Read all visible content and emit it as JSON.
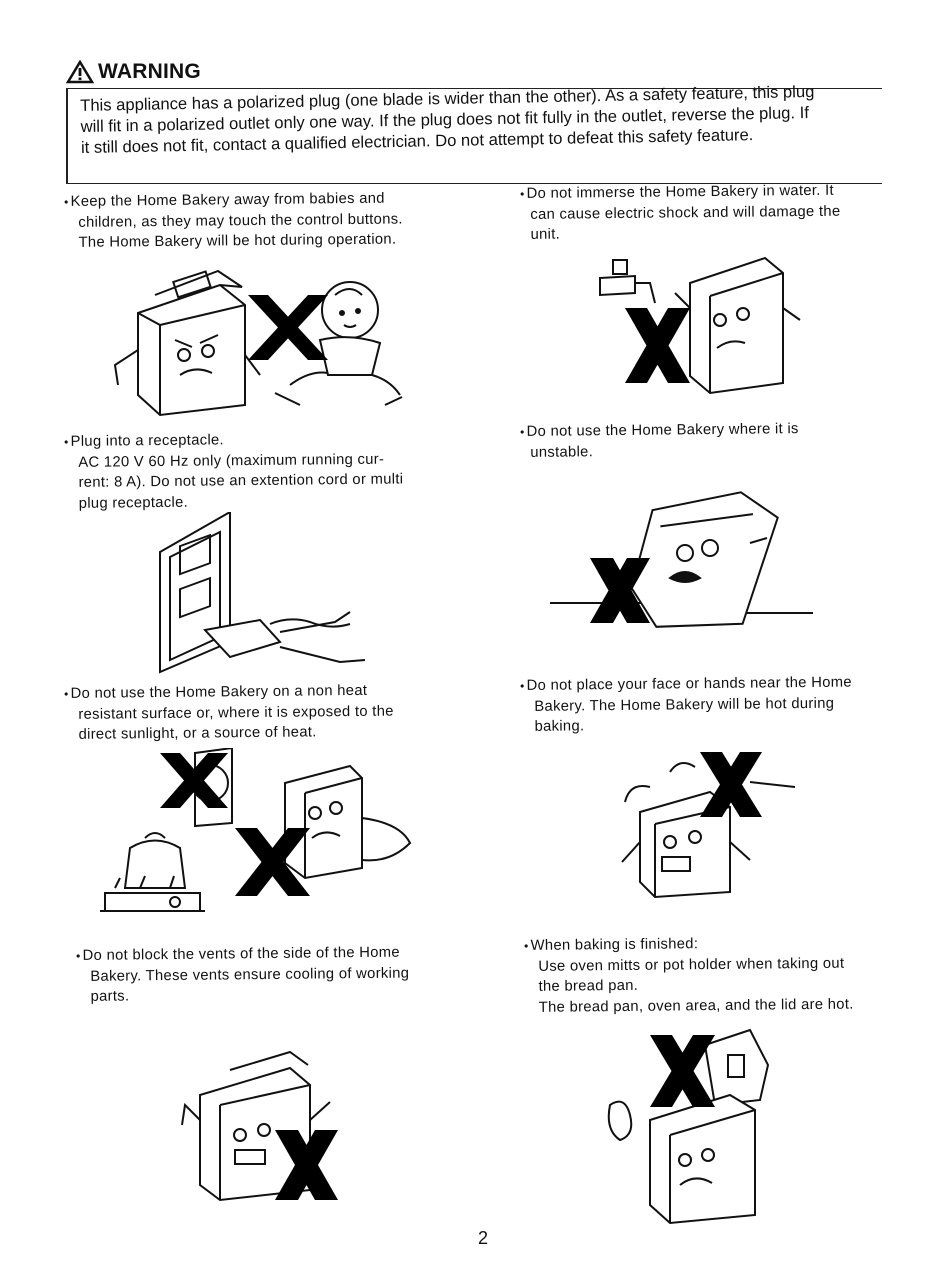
{
  "warning": {
    "title": "WARNING",
    "text_lines": [
      "This appliance has a polarized plug (one blade is wider than the other). As a safety feature, this plug",
      "will fit in a polarized outlet only one way. If the plug does not fit fully in the outlet, reverse the plug. If",
      "it still does not fit, contact a qualified electrician. Do not attempt to defeat this safety feature."
    ]
  },
  "items": {
    "babies": {
      "bullet": "•",
      "lines": [
        "Keep the Home Bakery away from babies and",
        "children, as they may touch the control buttons.",
        "The Home Bakery will be hot during operation."
      ]
    },
    "water": {
      "bullet": "•",
      "lines": [
        "Do not immerse the Home Bakery in water. It",
        "can cause electric shock and will damage the",
        "unit."
      ]
    },
    "receptacle": {
      "bullet": "•",
      "lines": [
        "Plug into a receptacle.",
        "AC 120 V 60 Hz only (maximum running cur-",
        "rent: 8 A). Do not use an extention cord or multi",
        "plug receptacle."
      ]
    },
    "unstable": {
      "bullet": "•",
      "lines": [
        "Do not use the Home Bakery where it is",
        "unstable."
      ]
    },
    "heat": {
      "bullet": "•",
      "lines": [
        "Do not use the Home Bakery on a non heat",
        "resistant surface or, where it is exposed to the",
        "direct sunlight, or a source of heat."
      ]
    },
    "face": {
      "bullet": "•",
      "lines": [
        "Do not place your face or hands near the Home",
        "Bakery. The Home Bakery will be hot during",
        "baking."
      ]
    },
    "vents": {
      "bullet": "•",
      "lines": [
        "Do not block the vents of the side of the Home",
        "Bakery. These vents ensure cooling of working",
        "parts."
      ]
    },
    "finished": {
      "bullet": "•",
      "lines": [
        "When baking is finished:",
        "Use oven mitts or pot holder when taking out",
        "the bread pan.",
        "The bread pan, oven area, and the lid are hot."
      ]
    }
  },
  "page_number": "2",
  "icons": {
    "warning": "warning-triangle-icon",
    "prohibited": "x-mark-icon"
  }
}
